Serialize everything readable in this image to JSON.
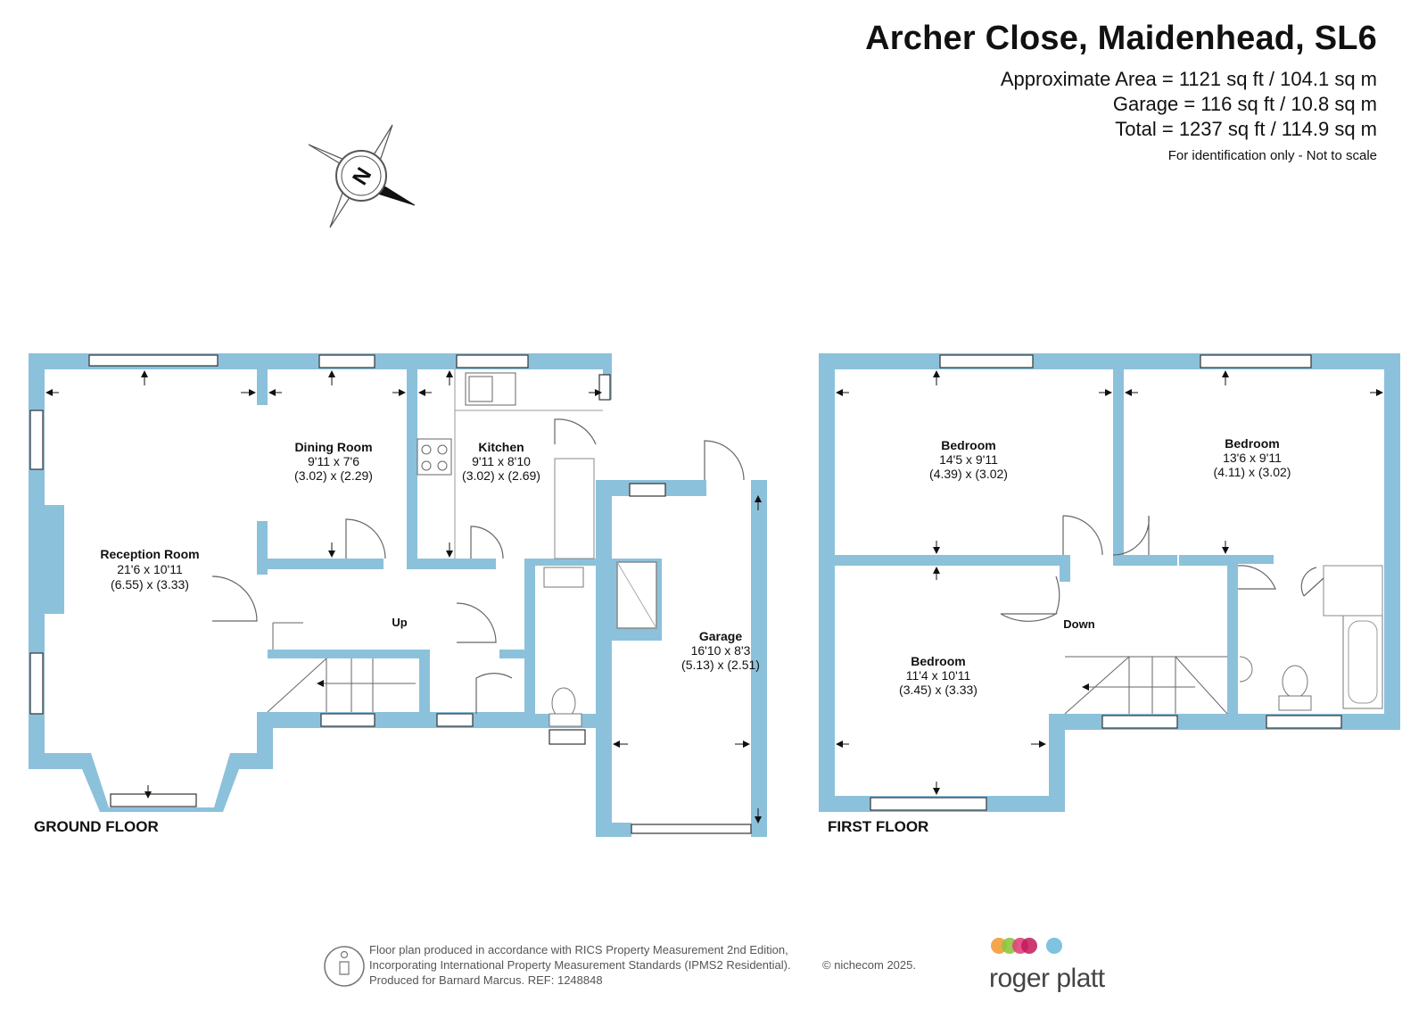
{
  "header": {
    "title": "Archer Close, Maidenhead, SL6",
    "area_line": "Approximate Area = 1121 sq ft / 104.1 sq m",
    "garage_line": "Garage = 116 sq ft / 10.8 sq m",
    "total_line": "Total = 1237 sq ft / 114.9 sq m",
    "note": "For identification only - Not to scale"
  },
  "compass": {
    "letter": "N"
  },
  "ground_floor": {
    "label": "GROUND FLOOR",
    "stairs_label": "Up",
    "rooms": [
      {
        "name": "Reception Room",
        "imperial": "21'6 x 10'11",
        "metric": "(6.55) x (3.33)"
      },
      {
        "name": "Dining Room",
        "imperial": "9'11 x 7'6",
        "metric": "(3.02) x (2.29)"
      },
      {
        "name": "Kitchen",
        "imperial": "9'11 x 8'10",
        "metric": "(3.02) x (2.69)"
      },
      {
        "name": "Garage",
        "imperial": "16'10 x 8'3",
        "metric": "(5.13) x (2.51)"
      }
    ]
  },
  "first_floor": {
    "label": "FIRST FLOOR",
    "stairs_label": "Down",
    "rooms": [
      {
        "name": "Bedroom",
        "imperial": "14'5 x 9'11",
        "metric": "(4.39) x (3.02)"
      },
      {
        "name": "Bedroom",
        "imperial": "13'6 x 9'11",
        "metric": "(4.11) x (3.02)"
      },
      {
        "name": "Bedroom",
        "imperial": "11'4 x 10'11",
        "metric": "(3.45) x (3.33)"
      }
    ]
  },
  "footer": {
    "line1": "Floor plan produced in accordance with RICS Property Measurement 2nd Edition,",
    "line2": "Incorporating International Property Measurement Standards (IPMS2 Residential).",
    "line3": "Produced for Barnard Marcus.   REF:  1248848",
    "copyright": "© nichecom 2025.",
    "brand": "roger platt"
  },
  "colors": {
    "wall": "#8cc1dc",
    "window": "#ffffff",
    "brand_dots": [
      "#f39c3c",
      "#8dc63f",
      "#e0457b",
      "#c2185b",
      "#7fc3e0"
    ]
  }
}
